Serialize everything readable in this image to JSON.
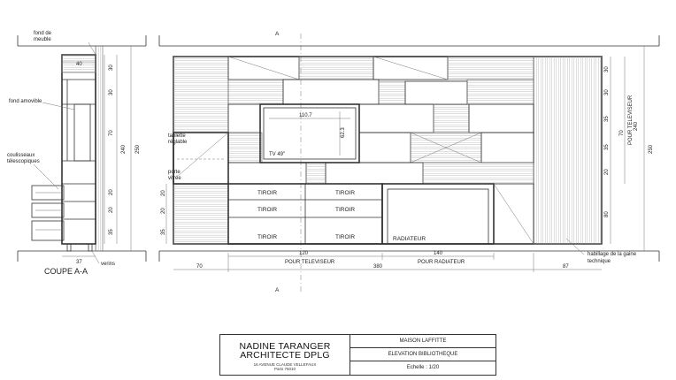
{
  "section": {
    "title": "COUPE A-A",
    "labels": {
      "fond_meuble": [
        "fond de",
        "meuble"
      ],
      "fond_amovible": "fond amovible",
      "coulisseaux": [
        "coulisseaux",
        "télescopiques"
      ],
      "verins": "verins"
    },
    "dims": {
      "top_depth": "40",
      "bottom_depth": "37",
      "heights": [
        "30",
        "30",
        "70",
        "20",
        "20",
        "35"
      ],
      "h240": "240",
      "h250": "250"
    }
  },
  "elevation": {
    "marker_top": "A",
    "marker_bottom": "A",
    "tv": {
      "width": "110.7",
      "height": "62.3",
      "label": "TV 49\""
    },
    "tiroirs": [
      "TIROIR",
      "TIROIR",
      "TIROIR",
      "TIROIR",
      "TIROIR",
      "TIROIR"
    ],
    "radiateur": "RADIATEUR",
    "left_labels": {
      "tablette": [
        "tablette",
        "réglable"
      ],
      "porte": [
        "porte",
        "vitrée"
      ]
    },
    "left_dims": [
      "20",
      "20",
      "35"
    ],
    "right_dims": [
      "30",
      "30",
      "35",
      "35",
      "20",
      "80"
    ],
    "right_pour_tv": "POUR TELEVISEUR",
    "right_h1": "70",
    "right_h240": "240",
    "right_h250": "250",
    "bottom": {
      "d120": "120",
      "pour_tv": "POUR TELEVISEUR",
      "d140": "140",
      "pour_rad": "POUR RADIATEUR",
      "d70": "70",
      "d380": "380",
      "d87": "87"
    },
    "habillage": [
      "habillage de la gaine",
      "technique"
    ]
  },
  "title_block": {
    "architect": [
      "NADINE TARANGER",
      "ARCHITECTE DPLG"
    ],
    "address": [
      "16 AVENUE CLAUDE VELLEFAUX",
      "Paris 75010"
    ],
    "project": "MAISON LAFFITTE",
    "sheet": "ELEVATION BIBLIOTHEQUE",
    "scale": "Echelle : 1/20"
  }
}
